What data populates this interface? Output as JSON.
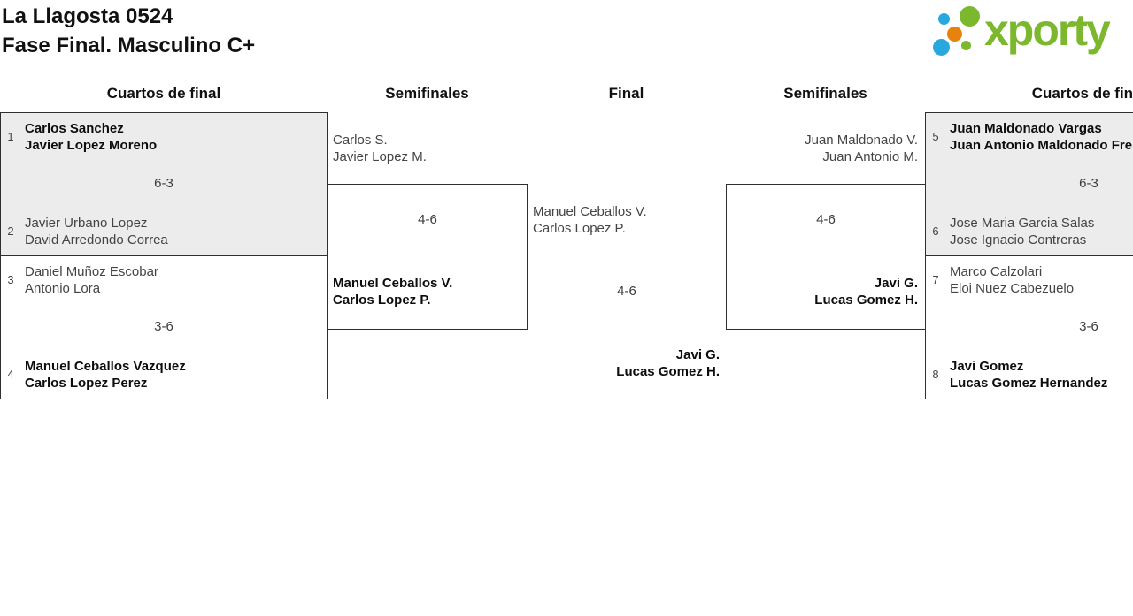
{
  "header": {
    "title_line1": "La Llagosta 0524",
    "title_line2": "Fase Final. Masculino C+",
    "logo_text": "xporty"
  },
  "colors": {
    "logo_green": "#7cb82e",
    "logo_blue": "#29a8e0",
    "logo_orange": "#e8820c",
    "box_border": "#2f2f2f",
    "box_shaded_bg": "#ececec",
    "winner_text": "#0d0d0d",
    "regular_text": "#444444"
  },
  "rounds": {
    "qf_left": "Cuartos de final",
    "sf_left": "Semifinales",
    "final": "Final",
    "sf_right": "Semifinales",
    "qf_right": "Cuartos de final"
  },
  "matches": {
    "qf_l1": {
      "seed1": "1",
      "team1": [
        "Carlos Sanchez",
        "Javier Lopez Moreno"
      ],
      "score": "6-3",
      "seed2": "2",
      "team2": [
        "Javier Urbano Lopez",
        "David Arredondo Correa"
      ]
    },
    "qf_l2": {
      "seed1": "3",
      "team1": [
        "Daniel Muñoz Escobar",
        "Antonio Lora"
      ],
      "score": "3-6",
      "seed2": "4",
      "team2": [
        "Manuel Ceballos Vazquez",
        "Carlos Lopez Perez"
      ]
    },
    "sf_l": {
      "team1": [
        "Carlos S.",
        "Javier Lopez M."
      ],
      "score": "4-6",
      "team2": [
        "Manuel Ceballos V.",
        "Carlos Lopez P."
      ]
    },
    "final": {
      "team1": [
        "Manuel Ceballos V.",
        "Carlos Lopez P."
      ],
      "score": "4-6",
      "team2": [
        "Javi G.",
        "Lucas Gomez H."
      ]
    },
    "sf_r": {
      "team1": [
        "Juan Maldonado V.",
        "Juan Antonio M."
      ],
      "score": "4-6",
      "team2": [
        "Javi G.",
        "Lucas Gomez H."
      ]
    },
    "qf_r1": {
      "seed1": "5",
      "team1": [
        "Juan Maldonado Vargas",
        "Juan Antonio Maldonado Fre"
      ],
      "score": "6-3",
      "seed2": "6",
      "team2": [
        "Jose Maria Garcia Salas",
        "Jose Ignacio Contreras"
      ]
    },
    "qf_r2": {
      "seed1": "7",
      "team1": [
        "Marco Calzolari",
        "Eloi Nuez Cabezuelo"
      ],
      "score": "3-6",
      "seed2": "8",
      "team2": [
        "Javi Gomez",
        "Lucas Gomez Hernandez"
      ]
    }
  }
}
